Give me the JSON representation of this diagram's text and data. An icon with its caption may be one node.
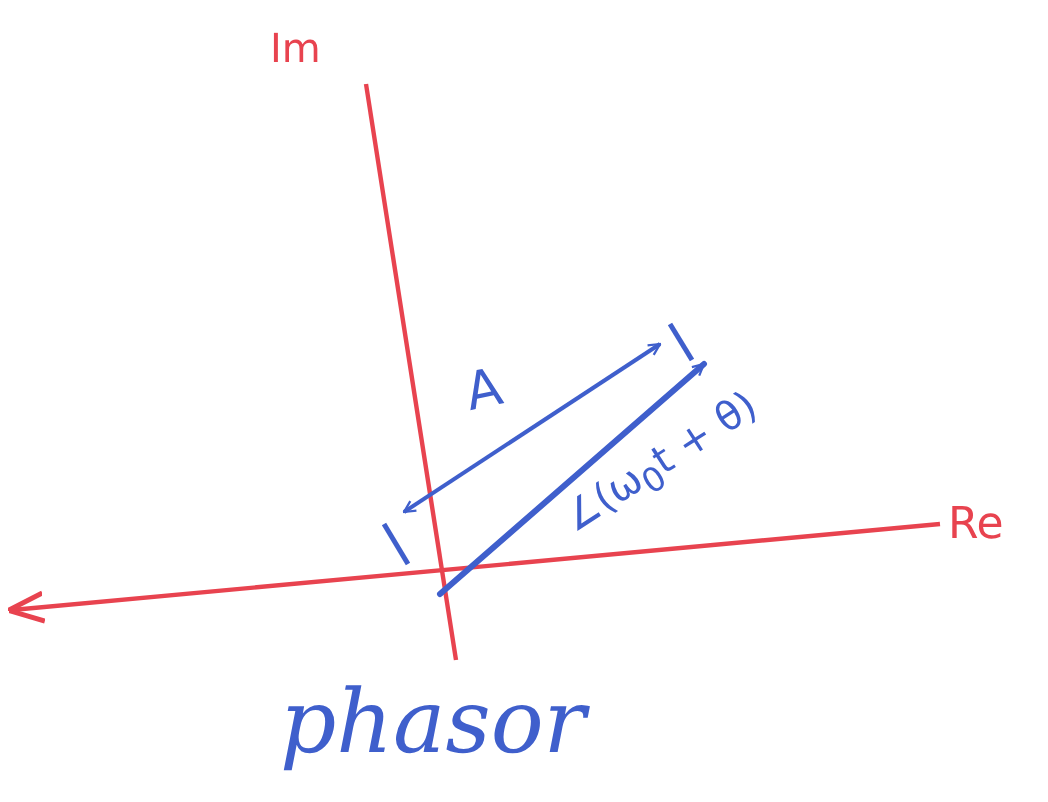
{
  "diagram": {
    "caption": "phasor",
    "labels": [
      "Im",
      "Re",
      "A",
      "∠(ω$_{0}$t + θ)"
    ]
  }
}
